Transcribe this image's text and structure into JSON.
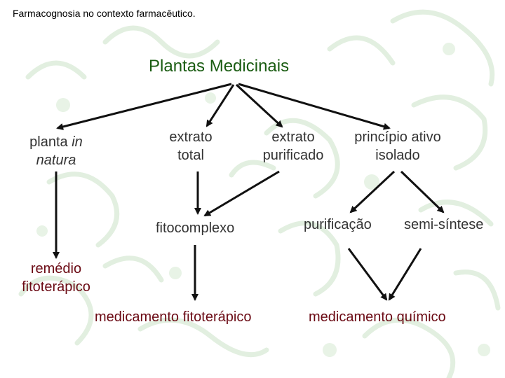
{
  "header": {
    "title": "Farmacognosia no contexto farmacêutico."
  },
  "diagram": {
    "main": "Plantas Medicinais",
    "planta": {
      "line1_prefix": "planta ",
      "line1_italic": "in",
      "line2_italic": "natura"
    },
    "extrato_total": [
      "extrato",
      "total"
    ],
    "extrato_purificado": [
      "extrato",
      "purificado"
    ],
    "principio_ativo": [
      "princípio ativo",
      "isolado"
    ],
    "fitocomplexo": "fitocomplexo",
    "purificacao": "purificação",
    "semi_sintese": "semi-síntese",
    "remedio": [
      "remédio",
      "fitoterápico"
    ],
    "medicamento_fitoterapico": "medicamento fitoterápico",
    "medicamento_quimico": "medicamento químico"
  },
  "colors": {
    "main_text": "#1a5c12",
    "text": "#1a1a1a",
    "arrow": "#111111",
    "pattern": "#dfeedd"
  }
}
